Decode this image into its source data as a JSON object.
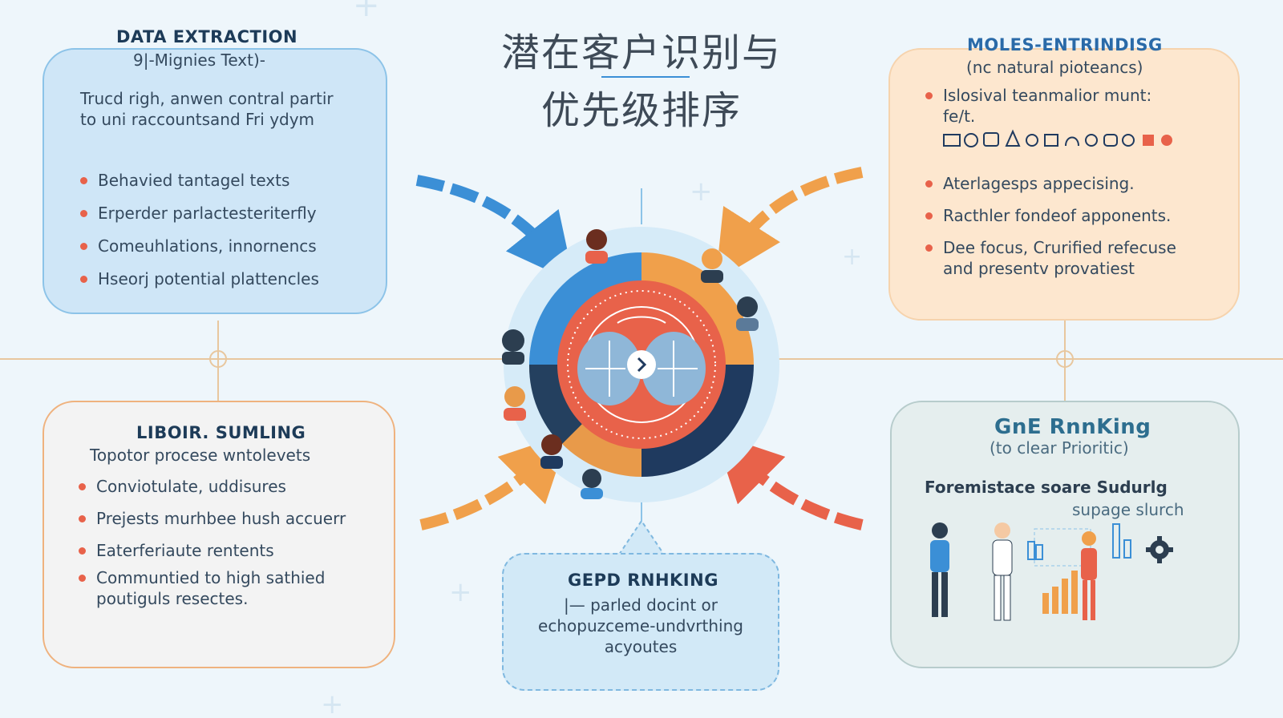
{
  "title": {
    "line1": "潜在客户识别与",
    "line2": "优先级排序"
  },
  "top_left": {
    "heading": "DATA EXTRACTION",
    "subheading": "9|-Mignies Text)-",
    "paragraph": "Trucd righ, anwen contral partir to uni raccountsand Fri ydym",
    "bullets": [
      "Behavied tantagel texts",
      "Erperder parlactesteriterfly",
      "Comeuhlations, innornencs",
      "Hseorj potential plattencles"
    ]
  },
  "top_right": {
    "heading": "MOLES-ENTRINDISG",
    "subheading": "(nc natural pioteancs)",
    "bullets": [
      "Islosival teanmalior munt: fe/t.",
      "Aterlagesps appecising.",
      "Racthler fondeof apponents.",
      "Dee focus, Crurified refecuse and presentv provatiest"
    ]
  },
  "bottom_left": {
    "heading": "LIBOIR. SUMLING",
    "subheading": "Topotor procese wntolevets",
    "bullets": [
      "Conviotulate, uddisures",
      "Prejests murhbee hush accuerr",
      "Eaterferiaute rentents",
      "Communtied to high sathied poutiguls resectes."
    ]
  },
  "bottom_center": {
    "heading": "GEPD RNHKING",
    "lines": [
      "|— parled docint or",
      "echopuzceme-undvrthing",
      "acyoutes"
    ]
  },
  "bottom_right": {
    "heading": "GnE RnnKing",
    "subheading": "(to clear Prioritic)",
    "label1": "Foremistace soare Sudurlg",
    "label2": "supage slurch"
  },
  "colors": {
    "blue": "#3b8fd6",
    "orange": "#f0a04b",
    "red_orange": "#e8624a",
    "navy": "#1f3a5f",
    "panel_blue": "#cfe6f7",
    "panel_peach": "#fde7cf"
  },
  "icons": {
    "center_dial": "target-dial-icon",
    "avatars": "user-avatar-icon",
    "gear": "gear-icon",
    "bar_chart": "bar-chart-icon"
  }
}
